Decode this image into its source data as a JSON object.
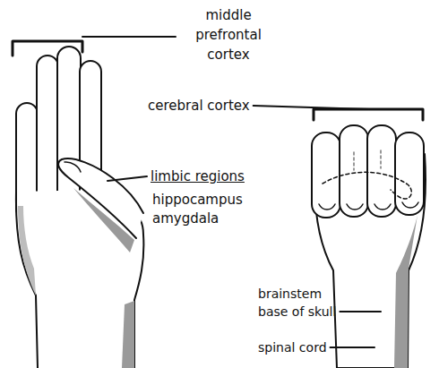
{
  "diagram": {
    "labels": [
      "middle prefrontal cortex",
      "cerebral cortex",
      "limbic regions",
      "hippocampus",
      "amygdala",
      "brainstem",
      "base of skull",
      "spinal cord"
    ]
  }
}
